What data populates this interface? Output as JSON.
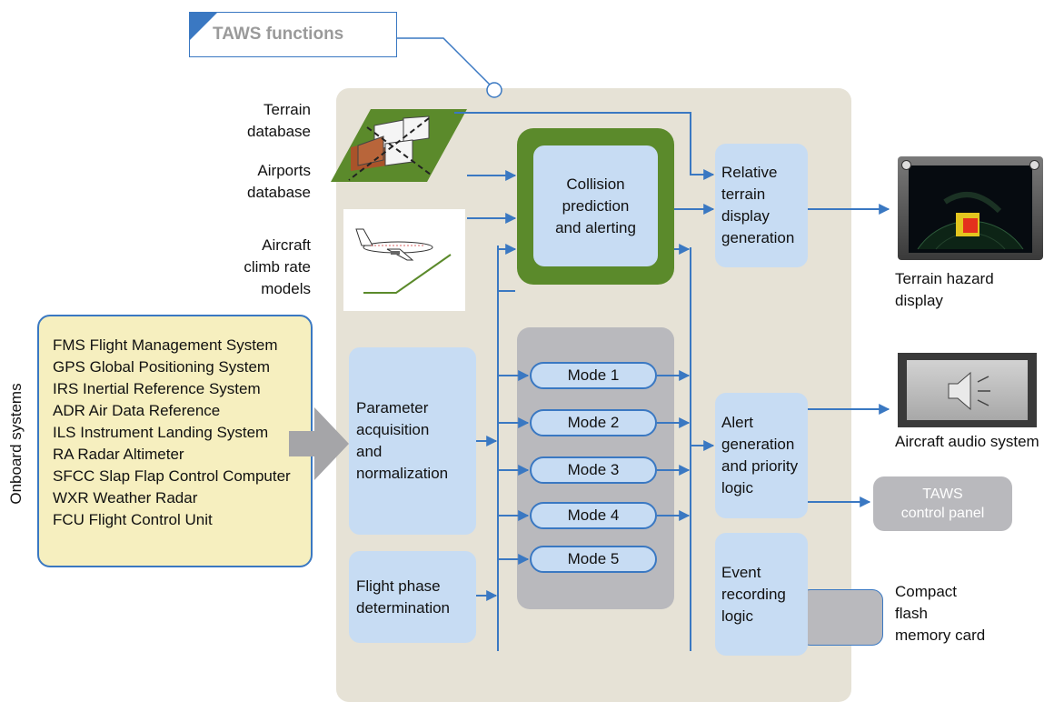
{
  "title": "TAWS functions",
  "inputs": {
    "terrain_db": [
      "Terrain",
      "database"
    ],
    "airports_db": [
      "Airports",
      "database"
    ],
    "climb_models": [
      "Aircraft",
      "climb rate",
      "models"
    ]
  },
  "onboard": {
    "side_label": "Onboard systems",
    "items": [
      "FMS Flight Management System",
      "GPS Global Positioning System",
      "IRS Inertial Reference System",
      "ADR Air Data Reference",
      "ILS Instrument Landing System",
      "RA Radar Altimeter",
      "SFCC Slap Flap Control Computer",
      "WXR Weather Radar",
      "FCU Flight Control Unit"
    ]
  },
  "blocks": {
    "collision": [
      "Collision",
      "prediction",
      "and alerting"
    ],
    "relative": [
      "Relative",
      "terrain",
      "display",
      "generation"
    ],
    "parameter": [
      "Parameter",
      "acquisition",
      "and",
      "normalization"
    ],
    "flight_phase": [
      "Flight phase",
      "determination"
    ],
    "alert": [
      "Alert",
      "generation",
      "and priority",
      "logic"
    ],
    "event": [
      "Event",
      "recording",
      "logic"
    ]
  },
  "modes": [
    "Mode 1",
    "Mode 2",
    "Mode 3",
    "Mode 4",
    "Mode 5"
  ],
  "outputs": {
    "terrain_display": [
      "Terrain hazard",
      "display"
    ],
    "audio": "Aircraft audio system",
    "control_panel": [
      "TAWS",
      "control panel"
    ],
    "flash": [
      "Compact",
      "flash",
      "memory card"
    ]
  },
  "colors": {
    "panel": "#e6e2d6",
    "block": "#c7dcf3",
    "green": "#5b8a2b",
    "arrow": "#3a78c2",
    "onboard_fill": "#f6efbf",
    "gray": "#b9b9bd"
  }
}
